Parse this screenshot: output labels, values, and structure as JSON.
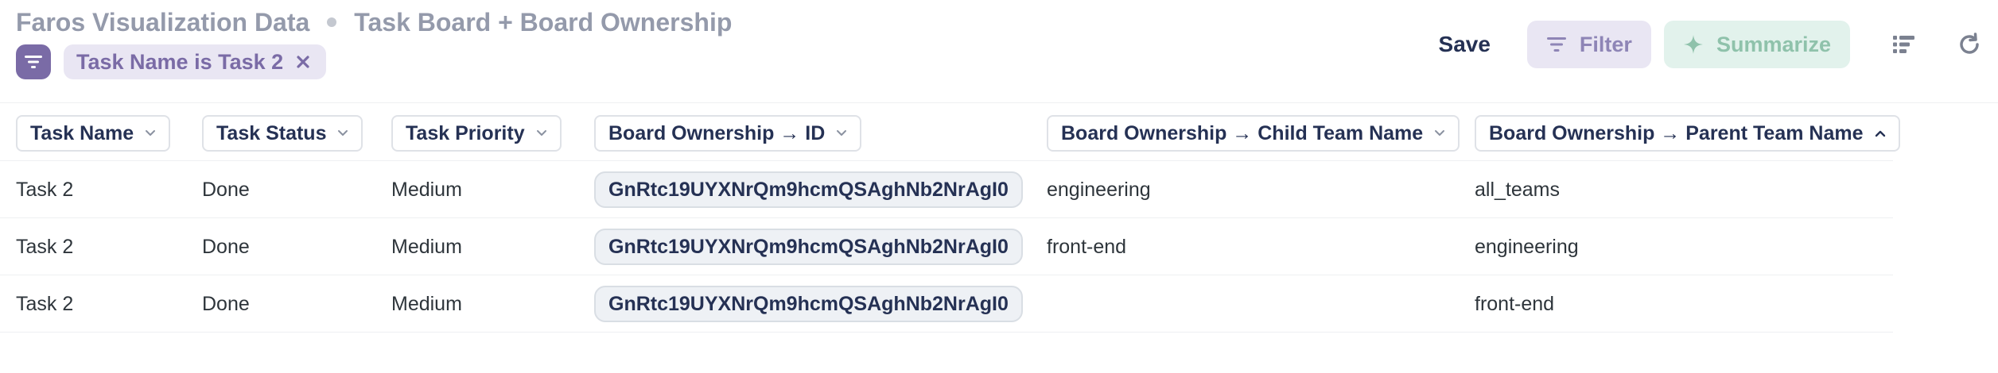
{
  "breadcrumb": {
    "source": "Faros Visualization Data",
    "table": "Task Board + Board Ownership"
  },
  "filter": {
    "pill_label": "Task Name is Task 2"
  },
  "actions": {
    "save_label": "Save",
    "filter_label": "Filter",
    "summarize_label": "Summarize"
  },
  "table": {
    "columns": [
      "Task Name",
      "Task Status",
      "Task Priority",
      "Board Ownership → ID",
      "Board Ownership → Child Team Name",
      "Board Ownership → Parent Team Name"
    ],
    "rows": [
      [
        "Task 2",
        "Done",
        "Medium",
        "GnRtc19UYXNrQm9hcmQSAghNb2NrAgI0",
        "engineering",
        "all_teams"
      ],
      [
        "Task 2",
        "Done",
        "Medium",
        "GnRtc19UYXNrQm9hcmQSAghNb2NrAgI0",
        "front-end",
        "engineering"
      ],
      [
        "Task 2",
        "Done",
        "Medium",
        "GnRtc19UYXNrQm9hcmQSAghNb2NrAgI0",
        "",
        "front-end"
      ]
    ]
  },
  "icons": {
    "filter_toggle": "filter-lines-icon",
    "pill_close": "close-icon",
    "filter_button": "filter-lines-icon",
    "summarize_button": "sparkle-icon",
    "list_view": "list-bullets-icon",
    "refresh": "refresh-icon",
    "sort_asc": "chevron-up-icon",
    "column_menu": "chevron-down-icon"
  },
  "colors": {
    "brand_purple": "#7a6ba6",
    "summarize_green": "#8fc2ab",
    "text_dark": "#253154",
    "muted": "#949aab"
  }
}
